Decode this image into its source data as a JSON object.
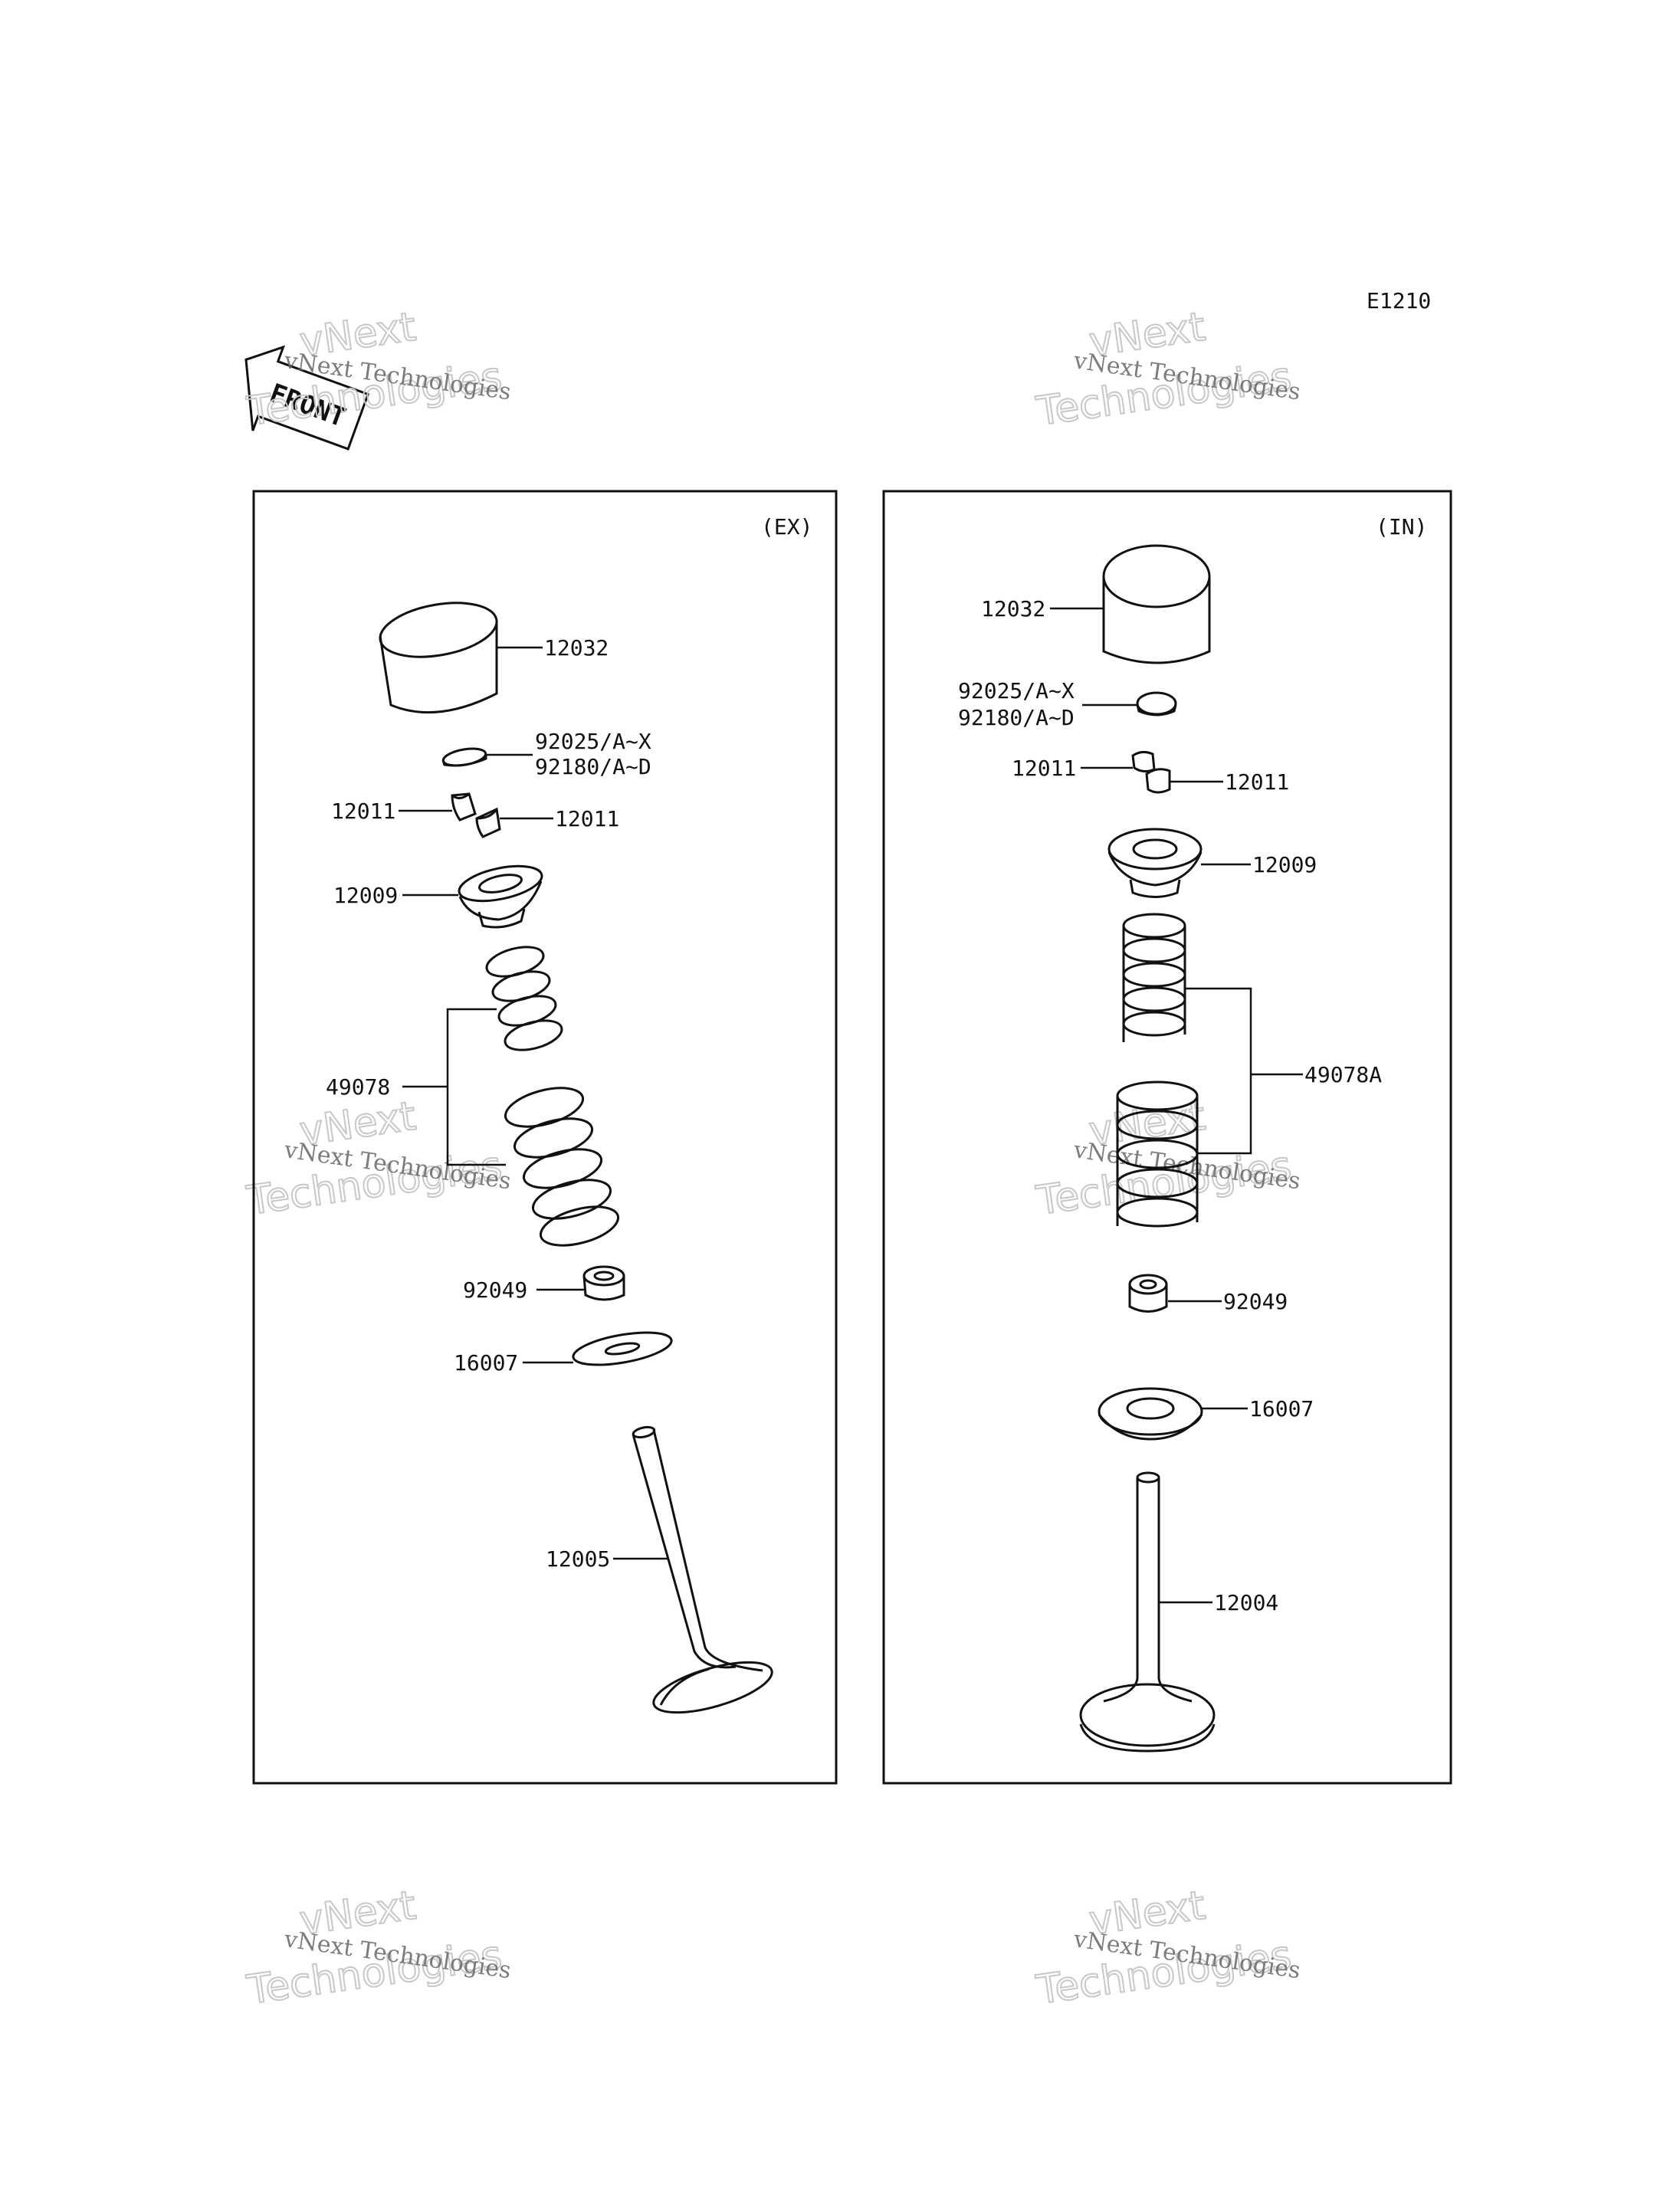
{
  "diagram_code": "E1210",
  "front_label": "FRONT",
  "watermark": {
    "line1": "vNext Technologies",
    "line2": "vNext",
    "line3": "Technologies"
  },
  "panels": {
    "ex": {
      "title": "(EX)",
      "labels": {
        "lifter": "12032",
        "shim_a": "92025/A~X",
        "shim_b": "92180/A~D",
        "cotter_left": "12011",
        "cotter_right": "12011",
        "retainer": "12009",
        "spring": "49078",
        "seal": "92049",
        "seat": "16007",
        "valve": "12005"
      }
    },
    "in": {
      "title": "(IN)",
      "labels": {
        "lifter": "12032",
        "shim_a": "92025/A~X",
        "shim_b": "92180/A~D",
        "cotter_left": "12011",
        "cotter_right": "12011",
        "retainer": "12009",
        "spring": "49078A",
        "seal": "92049",
        "seat": "16007",
        "valve": "12004"
      }
    }
  }
}
